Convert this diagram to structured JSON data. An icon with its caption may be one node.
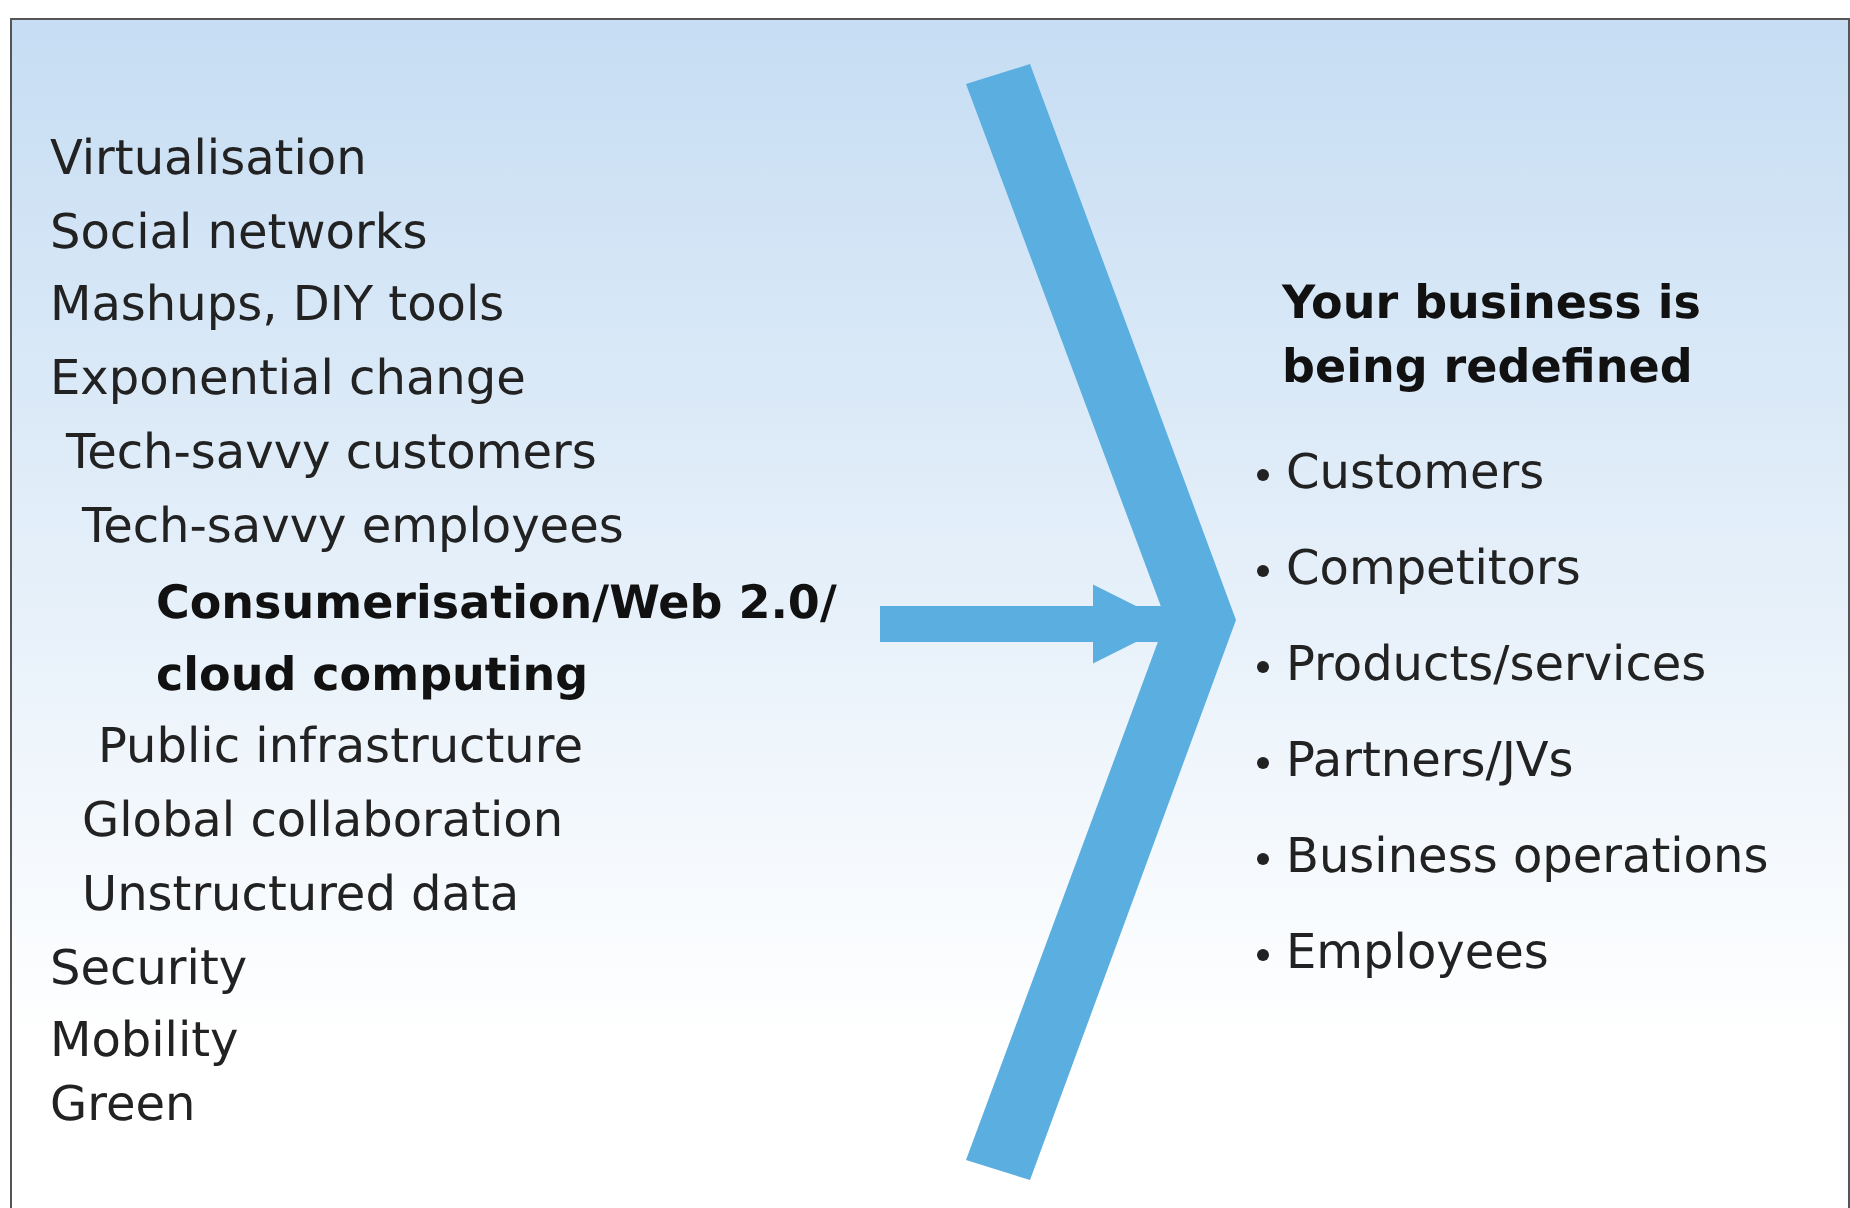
{
  "diagram": {
    "nodes": [
      {
        "text": [
          "Consumerisation/Web 2.0/ cloud computing"
        ]
      },
      {
        "text": [],
        "shape": "chevron"
      },
      {
        "text": [
          "Your business is being redefined",
          "Customers",
          "Competitors",
          "Products/services",
          "Partners/JVs",
          "Business operations",
          "Employees"
        ]
      }
    ],
    "edges": [
      {
        "from": 0,
        "to": 1,
        "arrow": "to"
      }
    ],
    "labels": [
      "Virtualisation",
      "Social networks",
      "Mashups, DIY tools",
      "Exponential change",
      "Tech-savvy customers",
      "Tech-savvy employees",
      "Public infrastructure",
      "Global collaboration",
      "Unstructured data",
      "Security",
      "Mobility",
      "Green"
    ]
  }
}
